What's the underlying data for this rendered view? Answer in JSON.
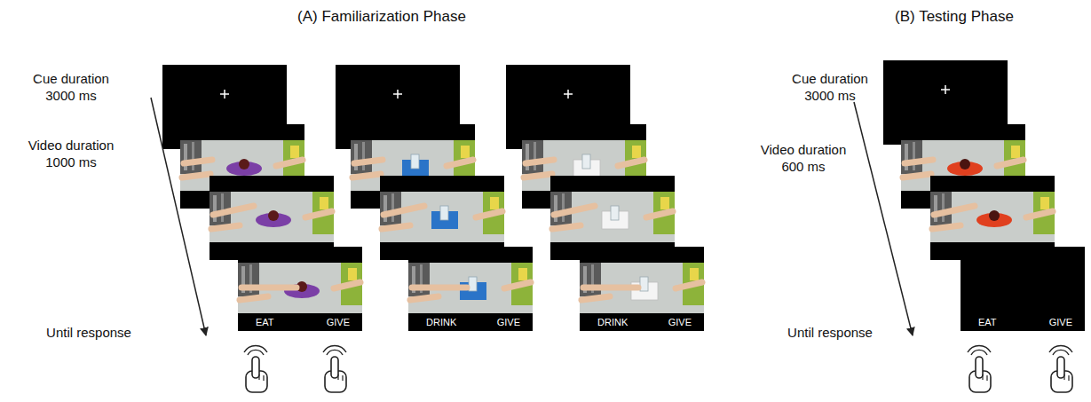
{
  "diagram": {
    "nodes": [
      {
        "text": [
          "EAT",
          "GIVE"
        ]
      },
      {
        "text": [
          "DRINK",
          "GIVE"
        ]
      },
      {
        "text": [
          "DRINK",
          "GIVE"
        ]
      },
      {
        "text": [
          "EAT",
          "GIVE"
        ]
      }
    ],
    "labels": [
      "(A) Familiarization Phase",
      "Cue duration 3000 ms",
      "Video duration 1000 ms",
      "Until response",
      "(B) Testing Phase",
      "Cue duration 3000 ms",
      "Video duration 600 ms",
      "Until response"
    ]
  }
}
